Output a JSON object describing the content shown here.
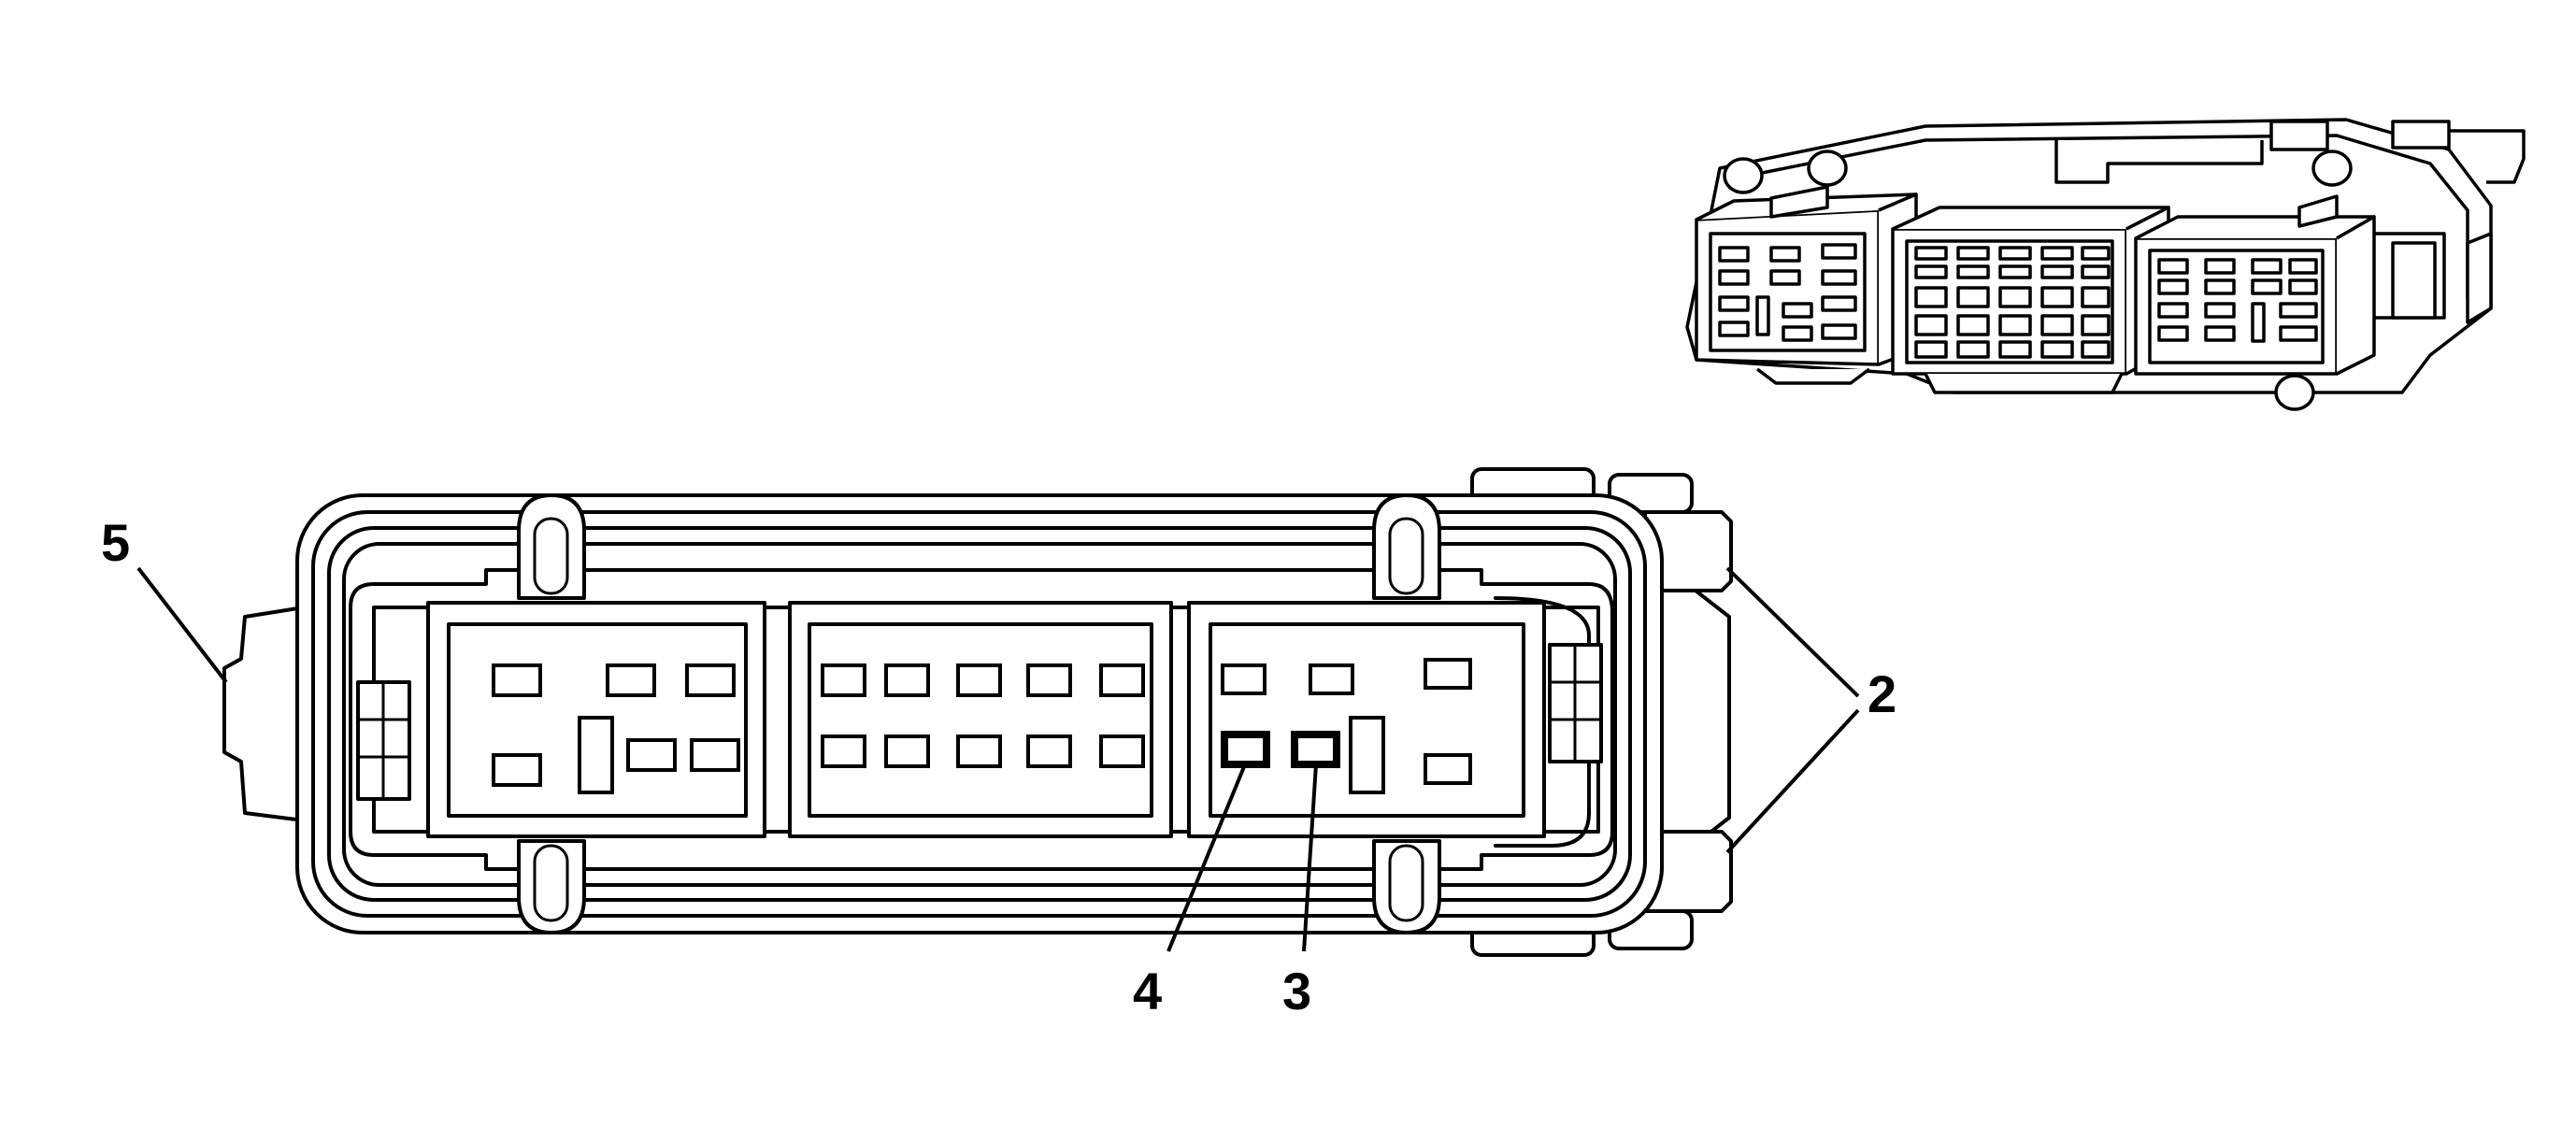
{
  "callouts": [
    {
      "id": "callout-2",
      "label": "2"
    },
    {
      "id": "callout-3",
      "label": "3"
    },
    {
      "id": "callout-4",
      "label": "4"
    },
    {
      "id": "callout-5",
      "label": "5"
    }
  ],
  "colors": {
    "line": "#000000",
    "background": "#ffffff"
  }
}
